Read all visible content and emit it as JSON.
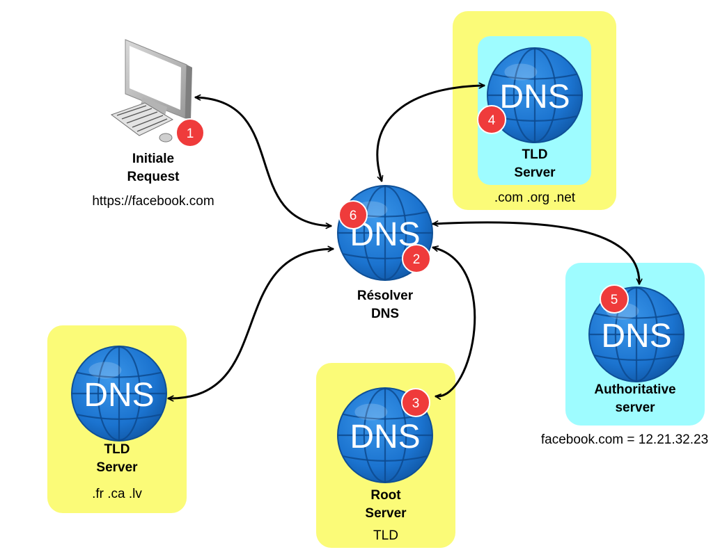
{
  "client": {
    "title_line1": "Initiale",
    "title_line2": "Request",
    "url": "https://facebook.com",
    "step": "1"
  },
  "resolver": {
    "globe_text": "DNS",
    "title_line1": "Résolver",
    "title_line2": "DNS",
    "steps": [
      "6",
      "2"
    ]
  },
  "tld_top": {
    "globe_text": "DNS",
    "title_line1": "TLD",
    "title_line2": "Server",
    "domains": ".com .org .net",
    "step": "4"
  },
  "authoritative": {
    "globe_text": "DNS",
    "title_line1": "Authoritative",
    "title_line2": "server",
    "record": "facebook.com = 12.21.32.23",
    "step": "5"
  },
  "tld_left": {
    "globe_text": "DNS",
    "title_line1": "TLD",
    "title_line2": "Server",
    "domains": ".fr .ca .lv"
  },
  "root": {
    "globe_text": "DNS",
    "title_line1": "Root",
    "title_line2": "Server",
    "domains": "TLD",
    "step": "3"
  },
  "colors": {
    "yellow_panel": "#fbfb78",
    "cyan_panel": "#9efcff",
    "globe": "#1877d2",
    "badge": "#ef3b3b"
  }
}
